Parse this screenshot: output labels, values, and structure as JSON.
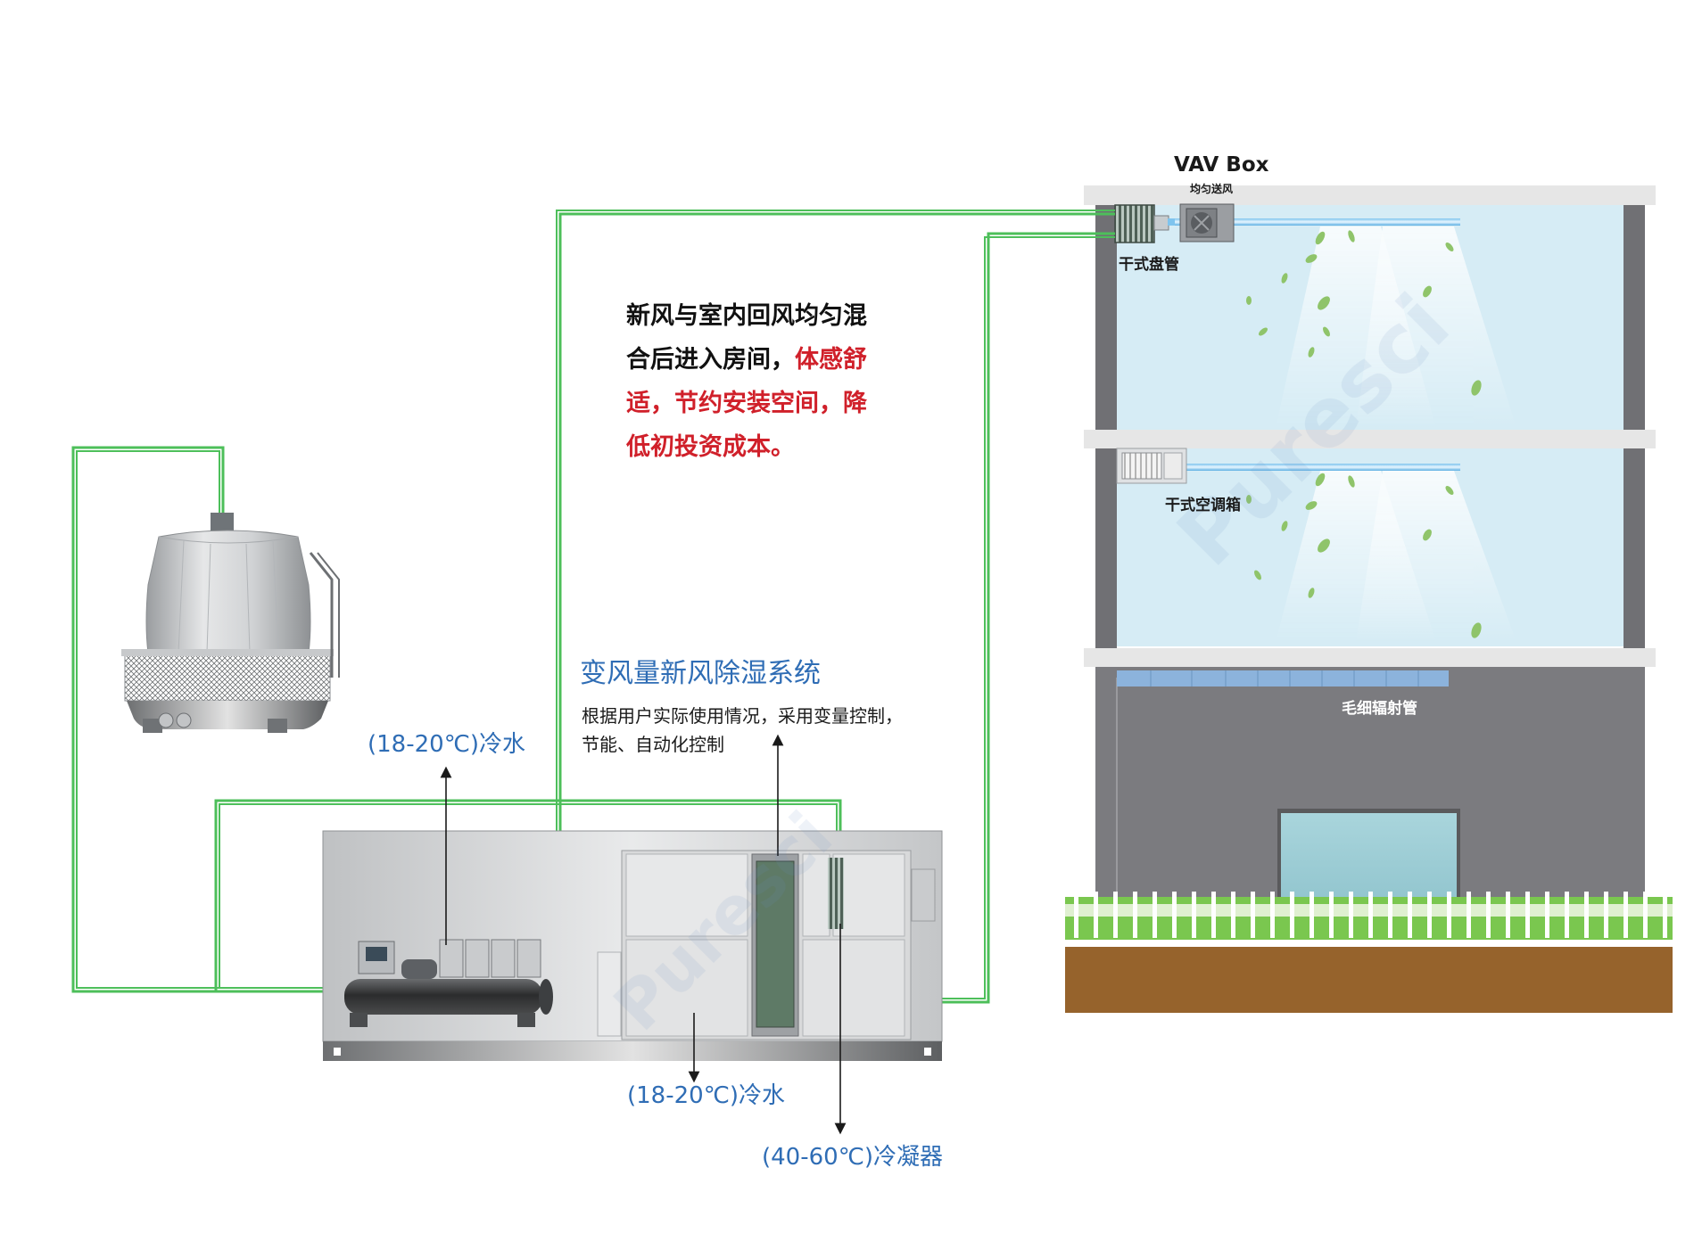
{
  "header": {
    "vav_box": "VAV Box",
    "uniform_supply": "均匀送风"
  },
  "floor_labels": {
    "dry_coil": "干式盘管",
    "dry_ahu": "干式空调箱",
    "capillary": "毛细辐射管"
  },
  "callout": {
    "line1": "新风与室内回风均匀混",
    "line2_black": "合后进入房间，",
    "line2_red": "体感舒",
    "line3": "适，节约安装空间，降",
    "line4": "低初投资成本。"
  },
  "system": {
    "title": "变风量新风除湿系统",
    "desc_line1": "根据用户实际使用情况，采用变量控制，",
    "desc_line2": "节能、自动化控制"
  },
  "temps": {
    "chilled_top": "(18-20℃)冷水",
    "chilled_bottom": "(18-20℃)冷水",
    "condenser": "(40-60℃)冷凝器"
  },
  "watermark": "Puresci",
  "colors": {
    "pipe_green": "#4dbf5a",
    "accent_blue": "#2f6db5",
    "accent_red": "#d0202a",
    "room_blue": "#d6ecf5",
    "building_grey": "#7b7b7f",
    "soil_brown": "#96632c",
    "grass_green": "#7ac74f"
  }
}
